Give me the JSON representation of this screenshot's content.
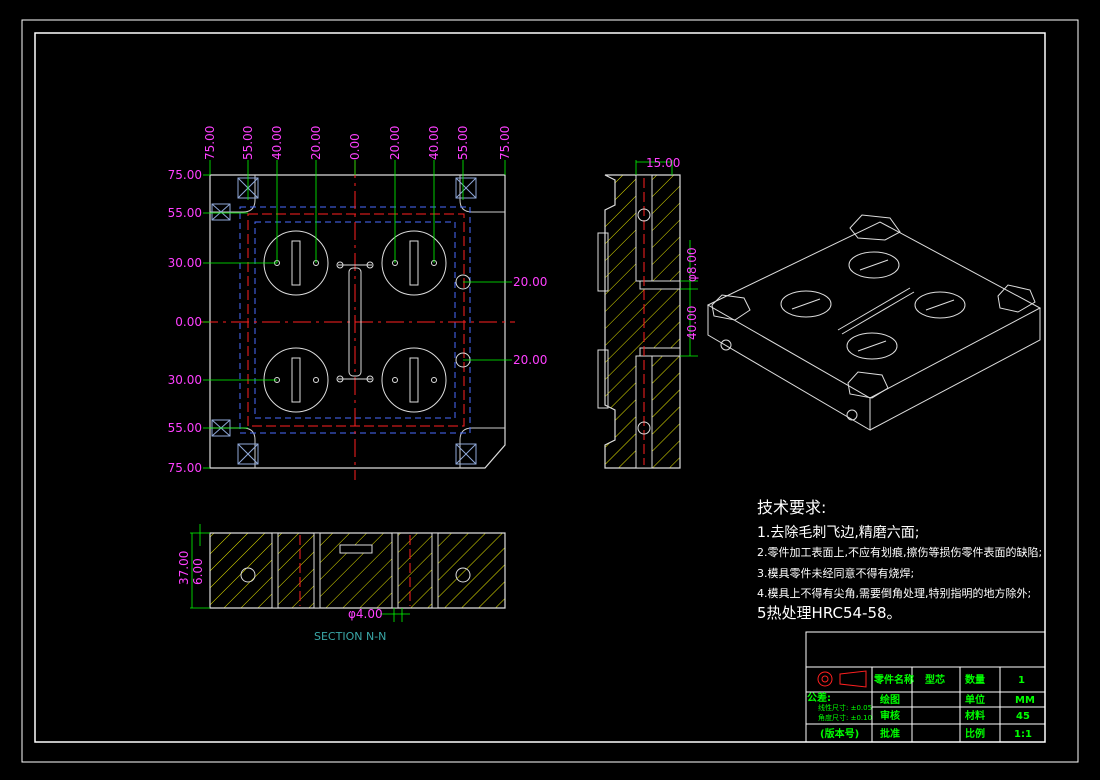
{
  "plan_view": {
    "top_dims": [
      "75.00",
      "55.00",
      "40.00",
      "20.00",
      "0.00",
      "20.00",
      "40.00",
      "55.00",
      "75.00"
    ],
    "left_dims": [
      "75.00",
      "55.00",
      "30.00",
      "0.00",
      "30.00",
      "55.00",
      "75.00"
    ],
    "right_dims": [
      "20.00",
      "20.00"
    ]
  },
  "side_view": {
    "dims": [
      "15.00",
      "φ8.00",
      "40.00"
    ]
  },
  "section": {
    "dims": [
      "37.00",
      "6.00",
      "φ4.00"
    ],
    "label": "SECTION N-N"
  },
  "tech_requirements": {
    "title": "技术要求:",
    "items": [
      "1.去除毛刺飞边,精磨六面;",
      "2.零件加工表面上,不应有划痕,擦伤等损伤零件表面的缺陷;",
      "3.模具零件未经同意不得有烧焊;",
      "4.模具上不得有尖角,需要倒角处理,特别指明的地方除外;",
      "5热处理HRC54-58。"
    ]
  },
  "title_block": {
    "part_name_label": "零件名称",
    "part_name": "型芯",
    "qty_label": "数量",
    "qty": "1",
    "drawn_label": "绘图",
    "unit_label": "单位",
    "unit": "MM",
    "review_label": "审核",
    "material_label": "材料",
    "material": "45",
    "approve_label": "批准",
    "scale_label": "比例",
    "scale": "1:1",
    "tolerance_label": "公差:",
    "tol_linear": "线性尺寸: ±0.05",
    "tol_angle": "角度尺寸: ±0.10",
    "version_label": "(版本号)"
  },
  "colors": {
    "background": "#000000",
    "border": "#ffffff",
    "dimension": "#ff00ff",
    "leader": "#00ff00",
    "centerline": "#ff0000",
    "hidden": "#4a6cff",
    "hatch": "#e6e600",
    "title_text": "#00ff00"
  }
}
